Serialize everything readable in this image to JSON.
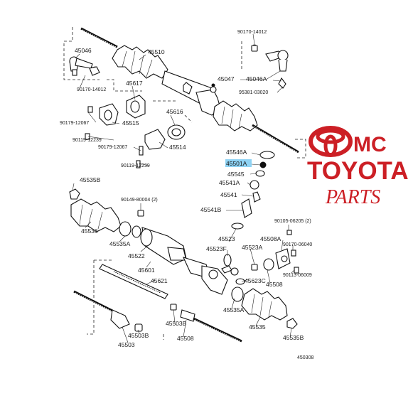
{
  "diagram": {
    "labels": {
      "l45046": "45046",
      "l45510": "45510",
      "l90170_14012_top": "90170-14012",
      "l90170_14012_left": "90170-14012",
      "l45617": "45617",
      "l45047": "45047",
      "l45046A": "45046A",
      "l95381_03020": "95381-03020",
      "l90179_12067_a": "90179-12067",
      "l45515": "45515",
      "l45616": "45616",
      "l90119_12239_a": "90119-12239",
      "l90179_12067_b": "90179-12067",
      "l45514": "45514",
      "l90119_12239_b": "90119-12239",
      "l45546A": "45546A",
      "l45501A": "45501A",
      "l45545": "45545",
      "l45541A": "45541A",
      "l45541": "45541",
      "l45535B_top": "45535B",
      "l90149_80004": "90149-80004 (2)",
      "l45541B": "45541B",
      "l45536": "45536",
      "l45535A_left": "45535A",
      "l45522": "45522",
      "l45523": "45523",
      "l45523F": "45523F",
      "l45523A": "45523A",
      "l90105_06205": "90105-06205 (2)",
      "l45508A": "45508A",
      "l90170_06040": "90170-06040",
      "l90113_06009": "90113-06009",
      "l45601": "45601",
      "l45621": "45621",
      "l45623C": "45623C",
      "l45508_right": "45508",
      "l45535A_right": "45535A",
      "l45503B_mid": "45503B",
      "l45508_bottom": "45508",
      "l45535": "45535",
      "l45503B_left": "45503B",
      "l45503": "45503",
      "l45535B_right": "45535B",
      "l450308": "450308"
    }
  },
  "brand": {
    "text": "MC",
    "name": "TOYOTA",
    "sub": "PARTS",
    "color": "#cc1f25"
  },
  "highlight": {
    "color": "#8fd3f4"
  }
}
